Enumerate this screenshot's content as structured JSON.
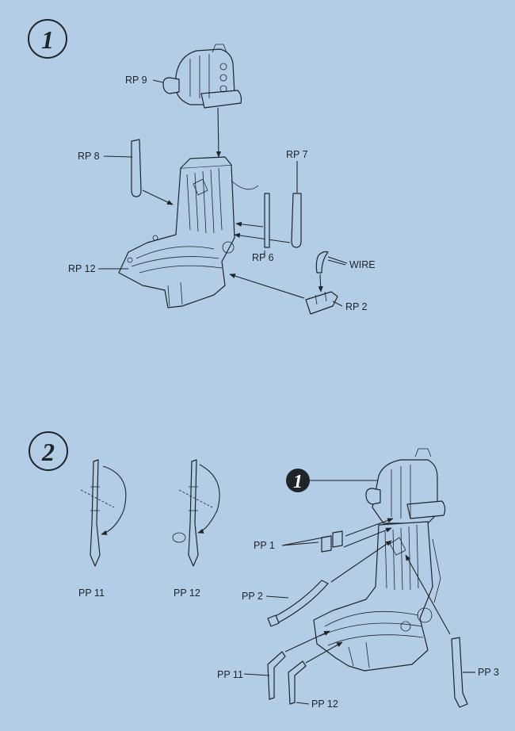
{
  "steps": {
    "step1": "1",
    "step2": "2",
    "ref": "1"
  },
  "labels": {
    "rp9": "RP 9",
    "rp8": "RP 8",
    "rp7": "RP 7",
    "rp6": "RP 6",
    "rp12": "RP 12",
    "rp2": "RP 2",
    "wire": "WIRE",
    "pp11_a": "PP 11",
    "pp12_a": "PP 12",
    "pp1": "PP 1",
    "pp2": "PP 2",
    "pp11_b": "PP 11",
    "pp12_b": "PP 12",
    "pp3": "PP 3"
  },
  "colors": {
    "paper": "#b4cde7",
    "ink": "#1e2428"
  }
}
